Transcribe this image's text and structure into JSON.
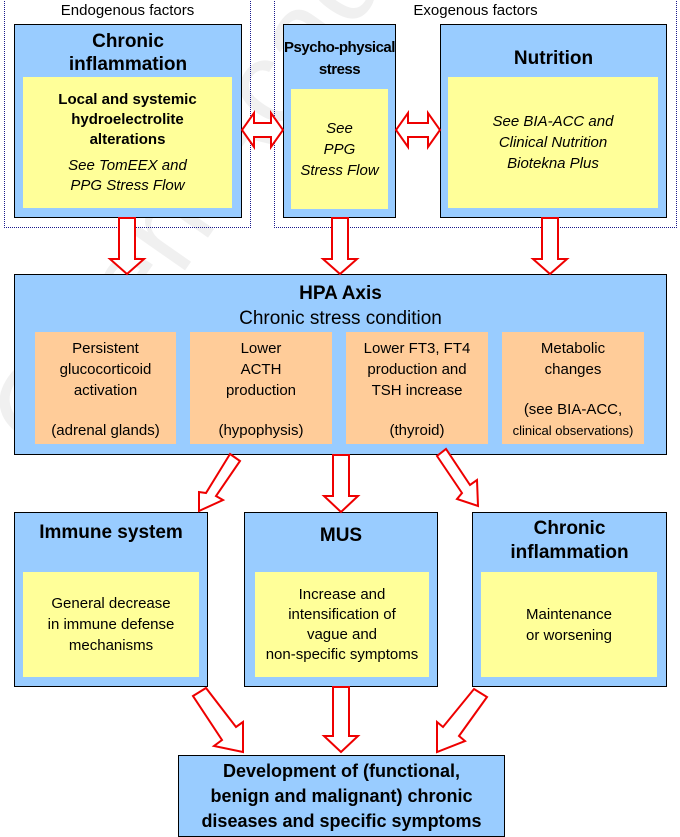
{
  "watermark": "Open Academic Media",
  "groups": {
    "endogenous": {
      "label": "Endogenous factors"
    },
    "exogenous": {
      "label": "Exogenous factors"
    }
  },
  "top_boxes": {
    "chronic_inflammation": {
      "title_lines": [
        "Chronic",
        "inflammation"
      ],
      "bold_lines": [
        "Local and systemic",
        "hydroelectrolite",
        "alterations"
      ],
      "italic_lines": [
        "See TomEEX and",
        "PPG Stress Flow"
      ]
    },
    "psycho_physical": {
      "title_lines": [
        "Psycho-physical",
        "stress"
      ],
      "italic_lines": [
        "See",
        "PPG",
        "Stress Flow"
      ]
    },
    "nutrition": {
      "title": "Nutrition",
      "italic_lines": [
        "See BIA-ACC and",
        "Clinical Nutrition",
        "Biotekna Plus"
      ]
    }
  },
  "hpa": {
    "title": "HPA Axis",
    "subtitle": "Chronic stress condition",
    "items": [
      {
        "lines": [
          "Persistent",
          "glucocorticoid",
          "activation"
        ],
        "note": "(adrenal glands)"
      },
      {
        "lines": [
          "Lower",
          "ACTH",
          "production"
        ],
        "note": "(hypophysis)"
      },
      {
        "lines": [
          "Lower FT3, FT4",
          "production and",
          "TSH increase"
        ],
        "note": "(thyroid)"
      },
      {
        "lines": [
          "Metabolic",
          "changes"
        ],
        "note": "(see BIA-ACC,",
        "note2": "clinical observations)"
      }
    ]
  },
  "lower_boxes": {
    "immune": {
      "title": "Immune system",
      "lines": [
        "General decrease",
        "in immune defense",
        "mechanisms"
      ]
    },
    "mus": {
      "title": "MUS",
      "lines": [
        "Increase and",
        "intensification of",
        "vague and",
        "non-specific symptoms"
      ]
    },
    "chronic": {
      "title_lines": [
        "Chronic",
        "inflammation"
      ],
      "lines": [
        "Maintenance",
        "or worsening"
      ]
    }
  },
  "outcome": {
    "lines": [
      "Development of (functional,",
      "benign and malignant) chronic",
      "diseases and specific symptoms"
    ]
  },
  "colors": {
    "box_blue": "#99ccff",
    "box_yellow": "#ffff99",
    "box_orange": "#ffcc99",
    "arrow_red": "#ee0000",
    "group_border": "#1a1a8c"
  }
}
